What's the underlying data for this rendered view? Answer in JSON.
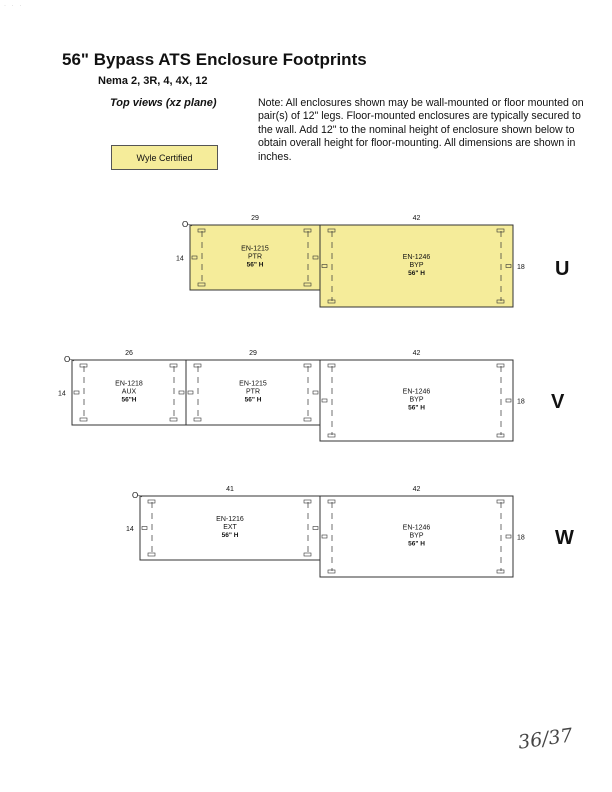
{
  "header": {
    "title": "56\" Bypass ATS Enclosure Footprints",
    "subtitle": "Nema 2, 3R, 4, 4X, 12",
    "views_label": "Top views (xz plane)",
    "note": "Note:  All enclosures shown may be wall-mounted or floor mounted on pair(s) of 12\" legs.  Floor-mounted enclosures are typically secured to the wall.  Add 12\" to the nominal height of enclosure shown below to obtain overall height for floor-mounting.  All dimensions are shown in inches.",
    "certification": "Wyle Certified"
  },
  "colors": {
    "highlight_fill": "#f5ec9a",
    "outline": "#333333",
    "page": "#ffffff"
  },
  "rows": [
    {
      "label": "U",
      "origin": "O",
      "highlighted": true,
      "left_depth": "14",
      "right_depth": "18",
      "enclosures": [
        {
          "model": "EN-1215",
          "type": "PTR",
          "height": "56\" H",
          "width": "29",
          "depth": "14"
        },
        {
          "model": "EN-1246",
          "type": "BYP",
          "height": "56\" H",
          "width": "42",
          "depth": "18"
        }
      ]
    },
    {
      "label": "V",
      "origin": "O",
      "highlighted": false,
      "left_depth": "14",
      "right_depth": "18",
      "enclosures": [
        {
          "model": "EN-1218",
          "type": "AUX",
          "height": "56\"H",
          "width": "26",
          "depth": "14"
        },
        {
          "model": "EN-1215",
          "type": "PTR",
          "height": "56\" H",
          "width": "29",
          "depth": "14"
        },
        {
          "model": "EN-1246",
          "type": "BYP",
          "height": "56\" H",
          "width": "42",
          "depth": "18"
        }
      ]
    },
    {
      "label": "W",
      "origin": "O",
      "highlighted": false,
      "left_depth": "14",
      "right_depth": "18",
      "enclosures": [
        {
          "model": "EN-1216",
          "type": "EXT",
          "height": "56\" H",
          "width": "41",
          "depth": "14"
        },
        {
          "model": "EN-1246",
          "type": "BYP",
          "height": "56\" H",
          "width": "42",
          "depth": "18"
        }
      ]
    }
  ],
  "page_number_handwritten": "36/37"
}
